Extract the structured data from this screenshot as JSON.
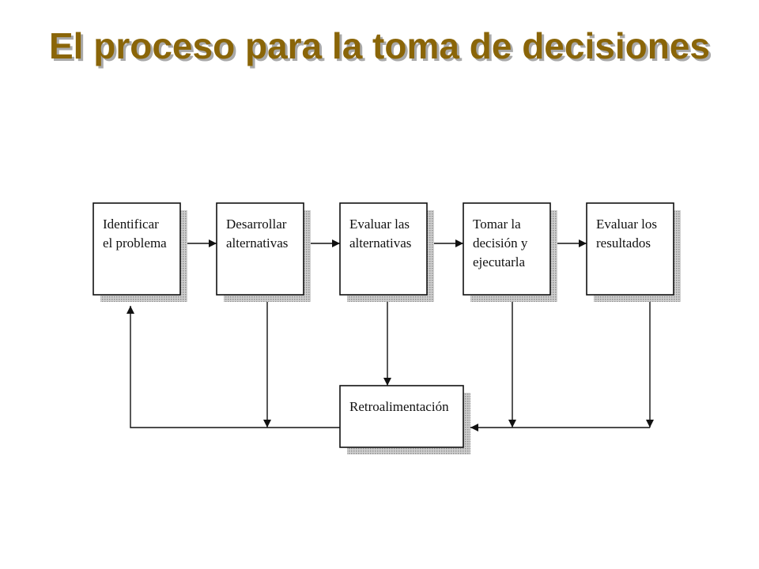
{
  "title": "El proceso para la toma de decisiones",
  "diagram": {
    "steps": [
      {
        "id": "identificar",
        "lines": [
          "Identificar",
          "el problema"
        ]
      },
      {
        "id": "desarrollar",
        "lines": [
          "Desarrollar",
          "alternativas"
        ]
      },
      {
        "id": "evaluar-alternativas",
        "lines": [
          "Evaluar las",
          "alternativas"
        ]
      },
      {
        "id": "tomar-decision",
        "lines": [
          "Tomar la",
          "decisión  y",
          "ejecutarla"
        ]
      },
      {
        "id": "evaluar-resultados",
        "lines": [
          "Evaluar los",
          "resultados"
        ]
      }
    ],
    "feedback": {
      "id": "retroalimentacion",
      "lines": [
        "Retroalimentación"
      ]
    }
  }
}
